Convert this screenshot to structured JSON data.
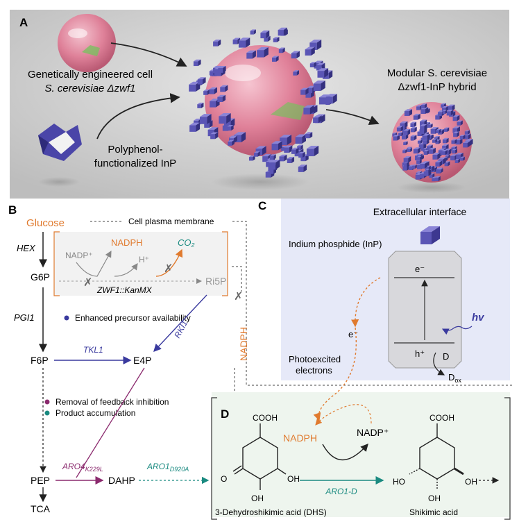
{
  "panel_a": {
    "letter": "A",
    "cell_label_line1": "Genetically engineered cell",
    "cell_label_line2": "S. cerevisiae Δzwf1",
    "inp_label_line1": "Polyphenol-",
    "inp_label_line2": "functionalized InP",
    "hybrid_label_line1": "Modular S. cerevisiae",
    "hybrid_label_line2": "Δzwf1-InP hybrid"
  },
  "panel_b": {
    "letter": "B",
    "glucose": "Glucose",
    "membrane": "Cell plasma membrane",
    "hex": "HEX",
    "g6p": "G6P",
    "pgi1": "PGI1",
    "f6p": "F6P",
    "tkl1": "TKL1",
    "e4p": "E4P",
    "rki1": "RKI1",
    "pep": "PEP",
    "tca": "TCA",
    "dahp": "DAHP",
    "aro4": "ARO4",
    "aro4_sub": "K229L",
    "aro1": "ARO1",
    "aro1_sub": "D920A",
    "nadp_plus": "NADP⁺",
    "nadph": "NADPH",
    "co2": "CO₂",
    "h_plus": "H⁺",
    "ri5p": "Ri5P",
    "zwf1": "ZWF1::KanMX",
    "nadph_vertical": "NADPH",
    "legend": [
      {
        "text": "Enhanced precursor availability",
        "color": "#3a3a9e"
      },
      {
        "text": "Removal of feedback inhibition",
        "color": "#8b2a6e"
      },
      {
        "text": "Product accumulation",
        "color": "#1a8a80"
      }
    ]
  },
  "panel_c": {
    "letter": "C",
    "title": "Extracellular interface",
    "inp": "Indium phosphide (InP)",
    "e_minus": "e⁻",
    "h_plus": "h⁺",
    "hv": "hv",
    "d": "D",
    "dox": "D",
    "dox_sub": "ox",
    "e_free": "e⁻",
    "photo_line1": "Photoexcited",
    "photo_line2": "electrons"
  },
  "panel_d": {
    "letter": "D",
    "nadph": "NADPH",
    "nadp_plus": "NADP⁺",
    "enzyme": "ARO1-D",
    "dhs": "3-Dehydroshikimic acid (DHS)",
    "sa": "Shikimic acid",
    "cooh": "COOH",
    "oh": "OH",
    "ho": "HO",
    "o": "O"
  },
  "colors": {
    "orange": "#e07a2e",
    "navy": "#3a3a9e",
    "purple": "#8b2a6e",
    "teal": "#1a8a80",
    "cube": "#5a55b5",
    "cell": "#e8829a",
    "panel_a_bg": "#d2d2d2",
    "panel_c_bg": "#e6e9f8",
    "panel_d_bg": "#eef5ee"
  }
}
